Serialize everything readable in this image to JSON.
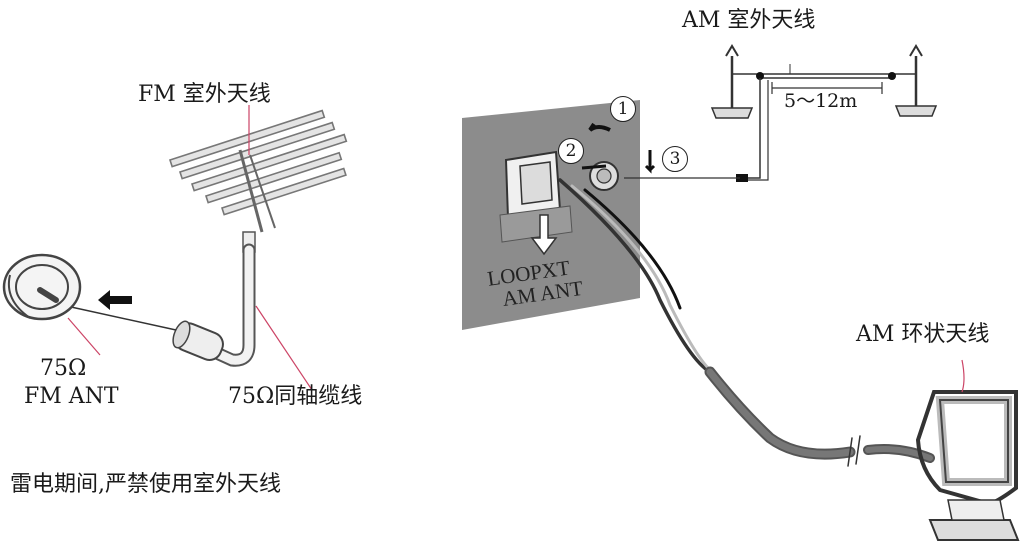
{
  "labels": {
    "fm_outdoor_antenna": "FM 室外天线",
    "am_outdoor_antenna": "AM 室外天线",
    "am_span": "5～12m",
    "fm_ant_ohm": "75Ω",
    "fm_ant_name": "FM ANT",
    "coax_cable": "75Ω同轴缆线",
    "thunder_warning": "雷电期间,严禁使用室外天线",
    "am_loop_antenna": "AM 环状天线",
    "loop_ext_line1": "LOOPXT",
    "loop_ext_line2": "AM ANT"
  },
  "steps": [
    "1",
    "2",
    "3"
  ]
}
